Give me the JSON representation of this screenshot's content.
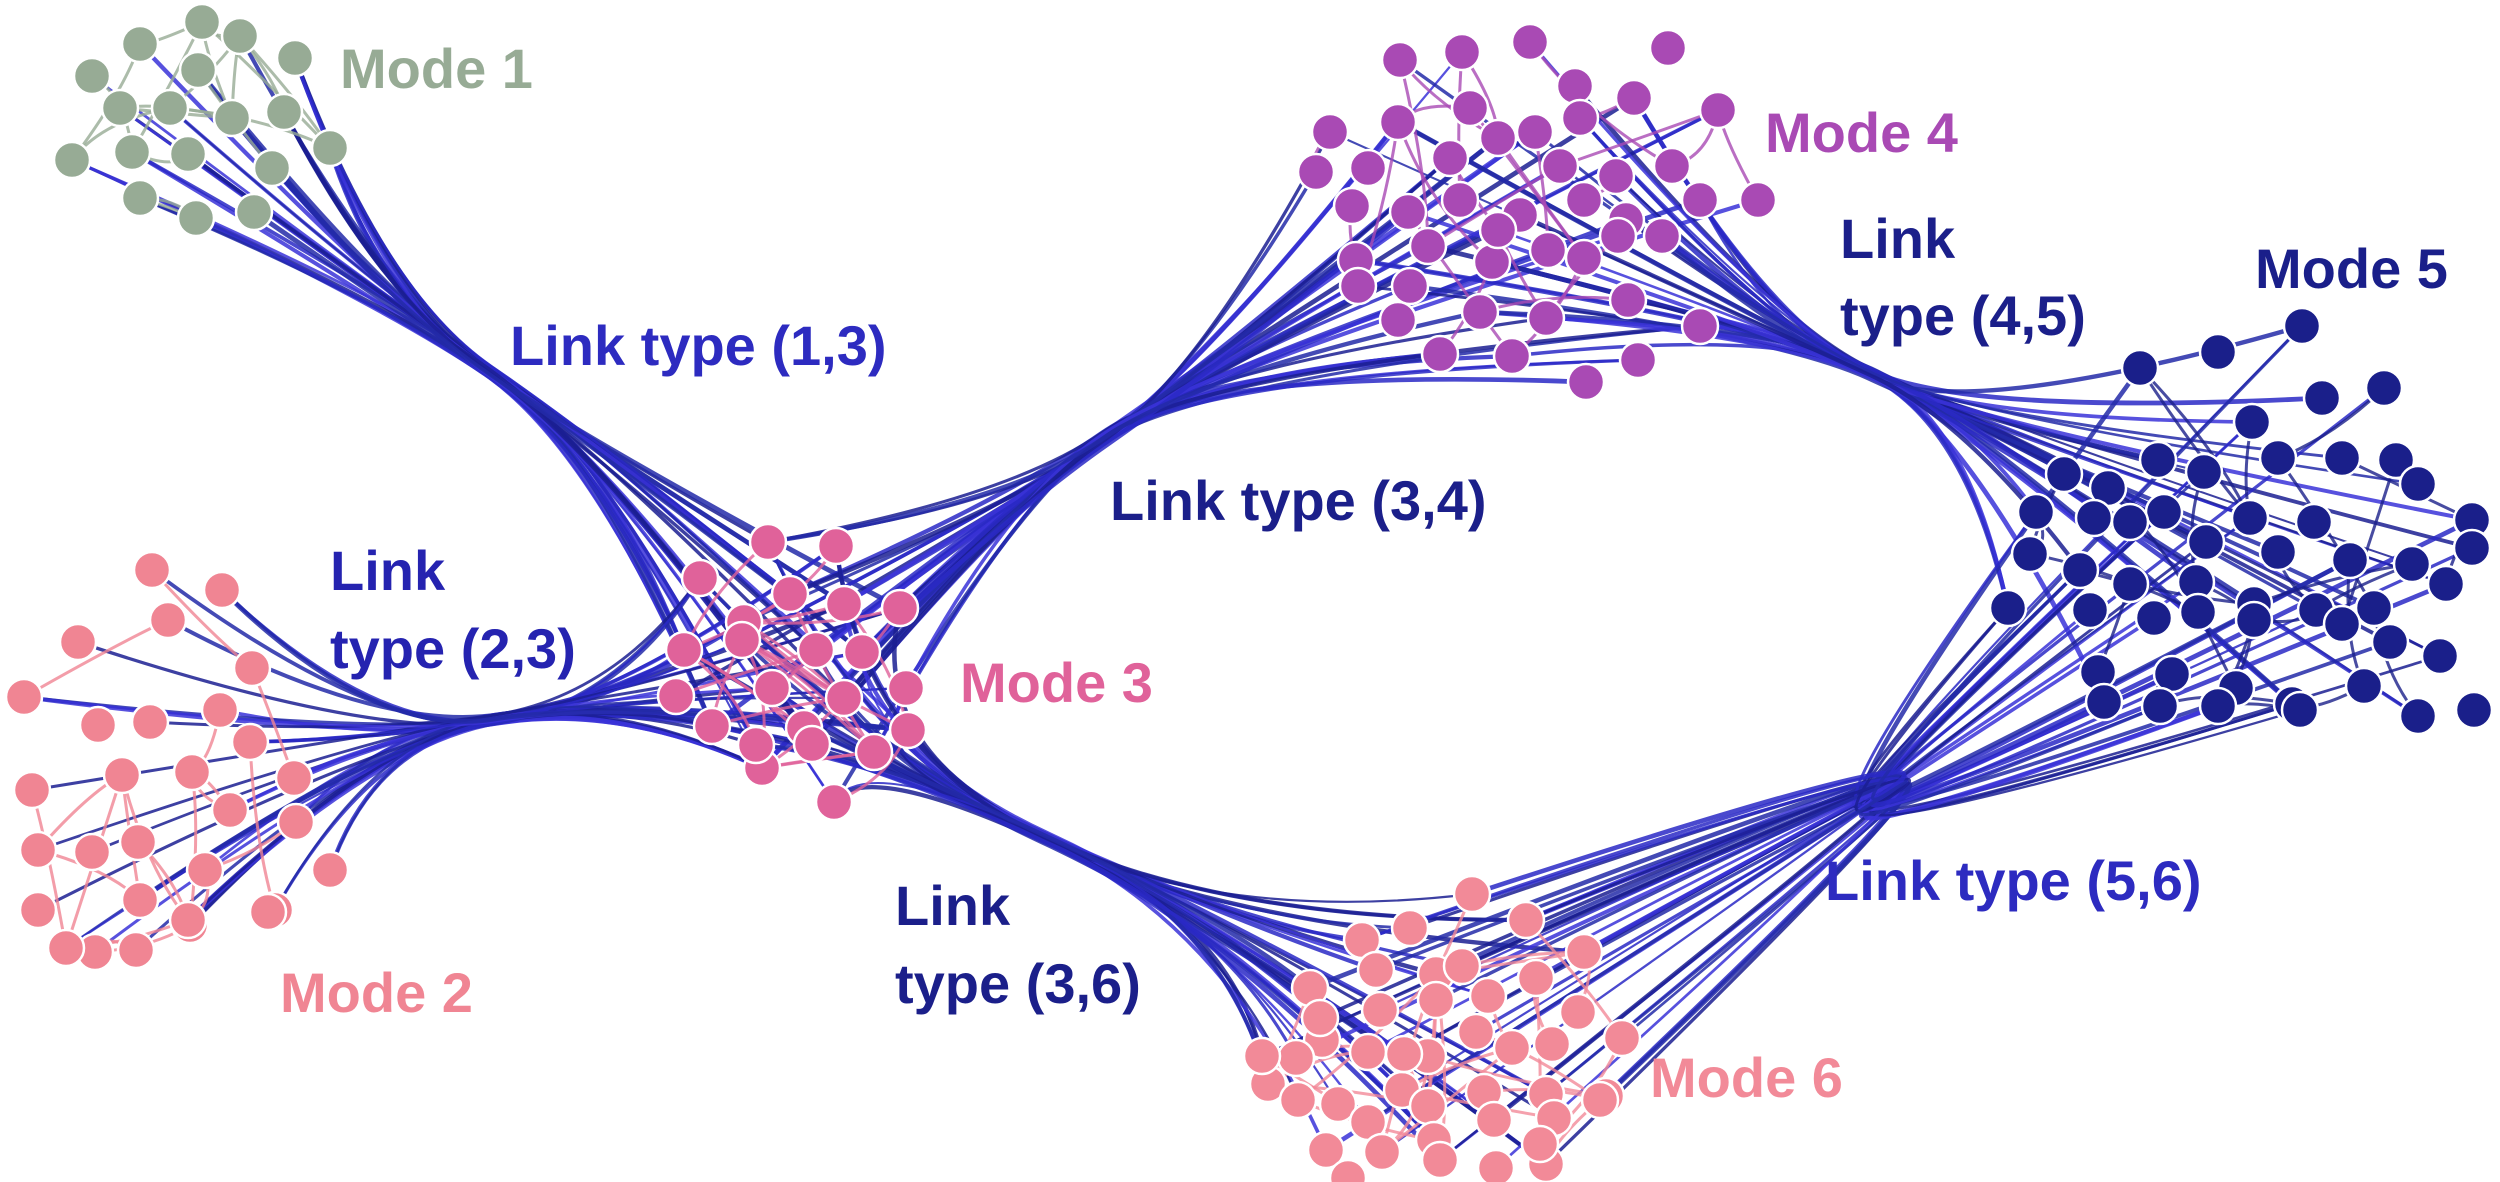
{
  "colors": {
    "mode1": "#97ab95",
    "mode2": "#f08593",
    "mode3": "#e0629a",
    "mode4": "#a94ab4",
    "mode5": "#1a1f8a",
    "mode6": "#f28a98",
    "link_light": "#3a33d8",
    "link_dark": "#1b1f92",
    "node_stroke": "#ffffff"
  },
  "modes": [
    {
      "id": "1",
      "label": "Mode 1",
      "color_key": "mode1"
    },
    {
      "id": "2",
      "label": "Mode 2",
      "color_key": "mode2"
    },
    {
      "id": "3",
      "label": "Mode 3",
      "color_key": "mode3"
    },
    {
      "id": "4",
      "label": "Mode 4",
      "color_key": "mode4"
    },
    {
      "id": "5",
      "label": "Mode 5",
      "color_key": "mode5"
    },
    {
      "id": "6",
      "label": "Mode 6",
      "color_key": "mode6"
    }
  ],
  "link_types": [
    {
      "id": "1-3",
      "lines": [
        "Link type (1,3)"
      ]
    },
    {
      "id": "2-3",
      "lines": [
        "Link",
        "type (2,3)"
      ]
    },
    {
      "id": "3-4",
      "lines": [
        "Link type (3,4)"
      ]
    },
    {
      "id": "3-6",
      "lines": [
        "Link",
        "type (3,6)"
      ]
    },
    {
      "id": "4-5",
      "lines": [
        "Link",
        "type (4,5)"
      ]
    },
    {
      "id": "5-6",
      "lines": [
        "Link type (5,6)"
      ]
    }
  ]
}
